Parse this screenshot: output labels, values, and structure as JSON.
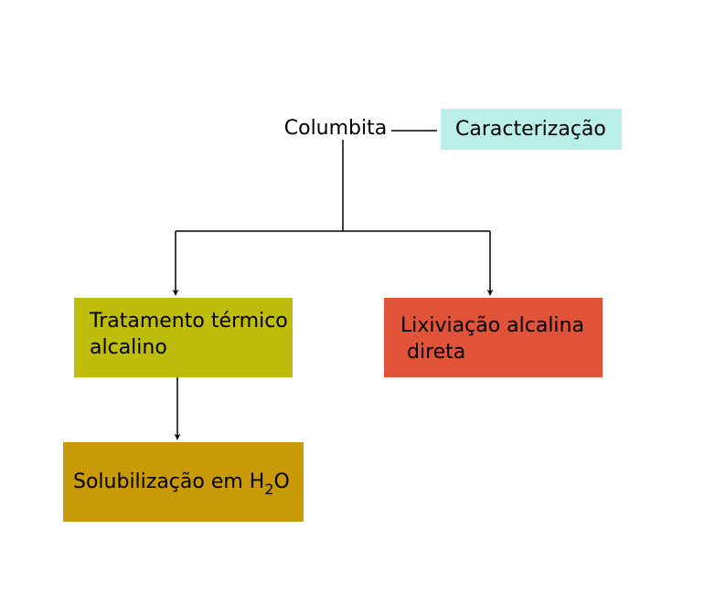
{
  "diagram": {
    "root": {
      "label": "Columbita"
    },
    "side_node": {
      "label": "Caracterização"
    },
    "branch_left": {
      "line1": "Tratamento térmico",
      "line2": "alcalino"
    },
    "branch_right": {
      "line1": "Lixiviação alcalina",
      "line2": " direta"
    },
    "child_left": {
      "text": "Solubilização em H",
      "subscript": "2",
      "suffix": "O"
    }
  },
  "colors": {
    "caracterizacao": "#BAEEE8",
    "tratamento": "#BFBD0B",
    "lixiviacao": "#E05338",
    "solubilizacao": "#C99A08",
    "connector": "#000000"
  }
}
